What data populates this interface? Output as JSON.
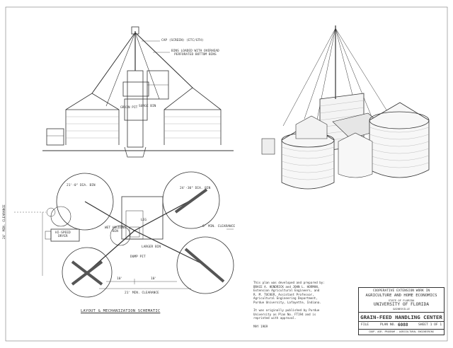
{
  "labels": {
    "tower_cap": "CAP (SCREEN) (ETC/GTH)",
    "bin_note": "BINS LOADED WITH OVERHEAD\nPERFORATED BOTTOM BINS",
    "grain_pit": "GRAIN PIT",
    "surge_bin": "SURGE BIN",
    "clearance_left": "24' MIN. CLEARANCE",
    "bin_dia_left": "21'-0\" DIA. BIN",
    "bin_dia_right": "24'-30\" DIA. BIN",
    "hi_speed_dryer": "HI-SPEED\nDRYER",
    "wet_holding": "WET HOLDING\nBIN",
    "clearance_right": "6' MIN. CLEARANCE",
    "leg": "LEG",
    "larger_bin": "LARGER BIN",
    "dump_pit": "DUMP PIT",
    "bottom_clearance": "21' MIN. CLEARANCE",
    "dim_left": "10'",
    "dim_right": "10'"
  },
  "plan_caption": "LAYOUT & MECHANIZATION SCHEMATIC",
  "credits": [
    "This plan was developed and prepared by:",
    "BRACE A. HENDRICK and JOHN L. HORMAN,",
    "Extension Agricultural Engineers, and",
    "R. M. TUCKER, Assistant Professor,",
    "Agricultural Engineering Department,",
    "Purdue University, Lafayette, Indiana.",
    "",
    "It was originally published by Purdue",
    "University as Plan No. FT194 and is",
    "reprinted with approval.",
    "",
    "MAY 1969"
  ],
  "title_block": {
    "line1": "COOPERATIVE EXTENSION WORK IN",
    "line2": "AGRICULTURE AND HOME ECONOMICS",
    "line3": "STATE OF FLORIDA",
    "line4": "UNIVERSITY OF FLORIDA",
    "line5": "GAINESVILLE",
    "title": "GRAIN-FEED HANDLING CENTER",
    "file_label": "FILE",
    "plan_label": "PLAN NO.",
    "plan_no": "6088",
    "sheet": "SHEET 1 OF 1",
    "footer": "COOP. AGR. PROGRAM - AGRICULTURAL ENGINEERING"
  }
}
